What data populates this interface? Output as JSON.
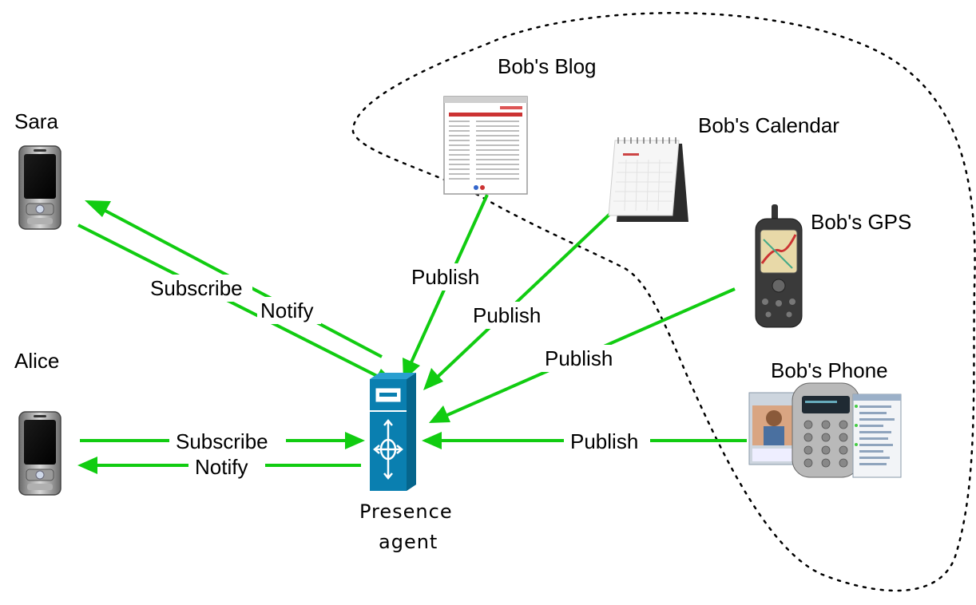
{
  "labels": {
    "sara": "Sara",
    "alice": "Alice",
    "bobs_blog": "Bob's Blog",
    "bobs_calendar": "Bob's Calendar",
    "bobs_gps": "Bob's GPS",
    "bobs_phone": "Bob's Phone",
    "presence_line1": "Presence",
    "presence_line2": "agent"
  },
  "edges": {
    "sara_subscribe": "Subscribe",
    "sara_notify": "Notify",
    "alice_subscribe": "Subscribe",
    "alice_notify": "Notify",
    "blog_publish": "Publish",
    "calendar_publish": "Publish",
    "gps_publish": "Publish",
    "phone_publish": "Publish"
  },
  "colors": {
    "arrow": "#11cc11",
    "server": "#0a7fb0",
    "boundary": "#000000"
  },
  "icons": {
    "sara": "mobile-phone-icon",
    "alice": "mobile-phone-icon",
    "blog": "web-page-icon",
    "calendar": "desk-calendar-icon",
    "gps": "gps-device-icon",
    "phone": "softphone-icon",
    "agent": "server-icon"
  }
}
